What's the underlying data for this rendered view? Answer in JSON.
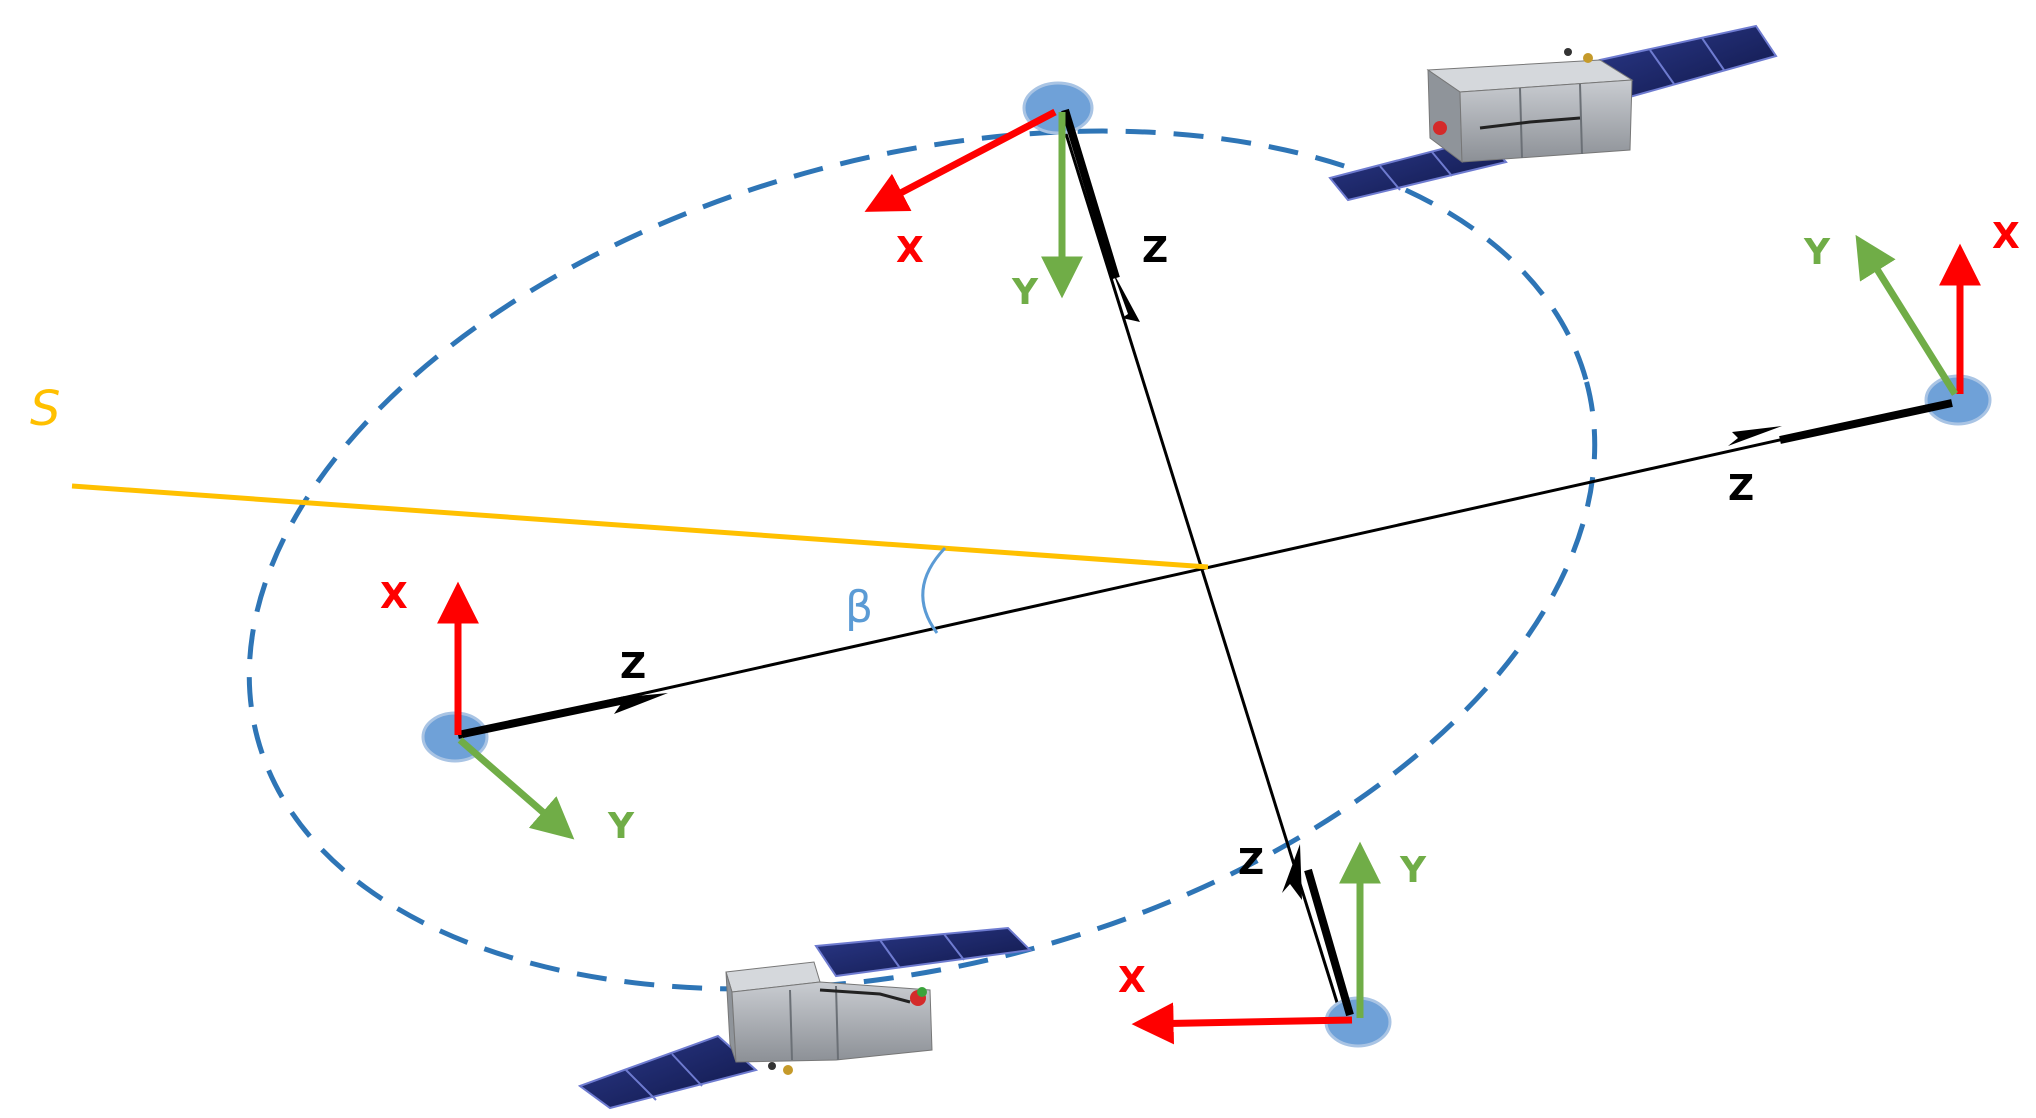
{
  "colors": {
    "orbit": "#2e75b6",
    "node_fill": "#6fa1d8",
    "axis_x": "#ff0000",
    "axis_y": "#70ad47",
    "axis_z": "#000000",
    "sun_line": "#ffc000",
    "beta_arc": "#5b9bd5",
    "panel": "#1f2a6b",
    "bus": "#a9adb3"
  },
  "labels": {
    "sun": "S",
    "beta": "β",
    "x": "X",
    "y": "Y",
    "z": "Z"
  },
  "icons": [
    "satellite-icon",
    "solar-panel-icon"
  ]
}
